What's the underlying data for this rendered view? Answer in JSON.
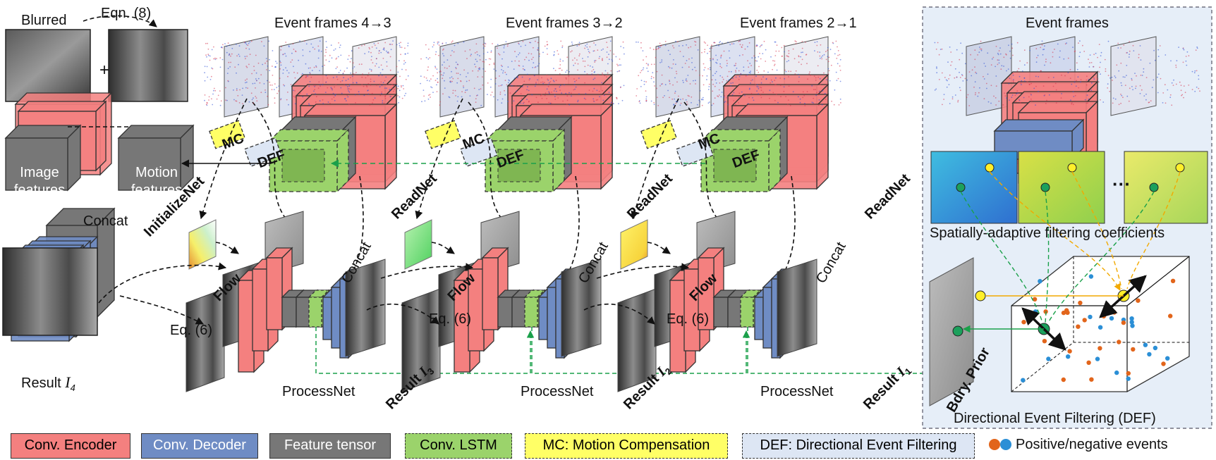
{
  "labels": {
    "blurred": "Blurred",
    "eqn8": "Eqn. (8)",
    "plus": "+",
    "image_features": [
      "Image",
      "features"
    ],
    "motion_features": [
      "Motion",
      "features"
    ],
    "concat_top": "Concat",
    "initialize_net": "InitializeNet",
    "result_4": "Result",
    "eq6": "Eq. (6)",
    "mc": "MC",
    "def": "DEF",
    "read_net": "ReadNet",
    "flow": "Flow",
    "concat": "Concat",
    "process_net": "ProcessNet",
    "result": "Result",
    "dots": "···"
  },
  "stages": [
    {
      "title": "Event frames 4→3",
      "result_sub": "3"
    },
    {
      "title": "Event frames 3→2",
      "result_sub": "2"
    },
    {
      "title": "Event frames 2→1",
      "result_sub": "1"
    }
  ],
  "result_sub_4": "4",
  "def_panel": {
    "title": "Event frames",
    "coefficients_caption": "Spatially-adaptive filtering coefficients",
    "boundary_prior": "Bdry. Prior",
    "caption": "Directional Event Filtering (DEF)"
  },
  "legend": [
    {
      "key": "encoder",
      "label": "Conv. Encoder",
      "color": "#f4807f"
    },
    {
      "key": "decoder",
      "label": "Conv. Decoder",
      "color": "#6f8cc4"
    },
    {
      "key": "tensor",
      "label": "Feature tensor",
      "color": "#777777"
    },
    {
      "key": "lstm",
      "label": "Conv. LSTM",
      "color": "#9bd36b"
    },
    {
      "key": "mc",
      "label": "MC: Motion Compensation",
      "color": "#ffff80"
    },
    {
      "key": "def",
      "label": "DEF: Directional Event Filtering",
      "color": "#e3e9f4"
    }
  ],
  "legend_events": "Positive/negative events",
  "colors": {
    "encoder": "#f4807f",
    "decoder": "#6f8cc4",
    "tensor": "#777777",
    "lstm": "#9bd36b",
    "mc": "#ffff66",
    "def": "#dde6f4",
    "panel": "#e6eef8",
    "pos_event": "#e2651b",
    "neg_event": "#2b8fd6",
    "skip_line": "#1aa04a"
  }
}
